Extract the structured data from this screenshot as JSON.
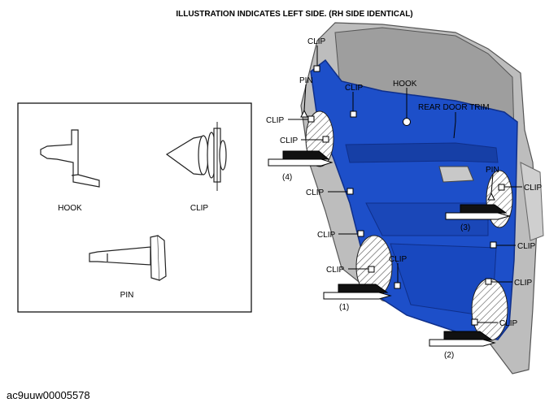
{
  "diagram": {
    "header": "ILLUSTRATION INDICATES LEFT SIDE. (RH SIDE IDENTICAL)",
    "legend": {
      "hook": "HOOK",
      "clip": "CLIP",
      "pin": "PIN"
    },
    "callouts": {
      "clip_top": "CLIP",
      "pin_left": "PIN",
      "clip_upper_mid": "CLIP",
      "hook": "HOOK",
      "rear_door_trim": "REAR DOOR TRIM",
      "clip_left_1": "CLIP",
      "clip_left_2": "CLIP",
      "step_4": "(4)",
      "clip_left_3": "CLIP",
      "clip_left_4": "CLIP",
      "clip_lower_1": "CLIP",
      "clip_lower_2": "CLIP",
      "step_1": "(1)",
      "pin_right": "PIN",
      "clip_right_1": "CLIP",
      "step_3": "(3)",
      "clip_right_2": "CLIP",
      "clip_right_3": "CLIP",
      "clip_right_4": "CLIP",
      "step_2": "(2)"
    },
    "image_code": "ac9uuw00005578",
    "colors": {
      "trim_blue": "#1d4fc9",
      "trim_dark": "#0f2f8a",
      "door_gray": "#b8b8b8",
      "window_gray": "#9a9a9a"
    }
  }
}
